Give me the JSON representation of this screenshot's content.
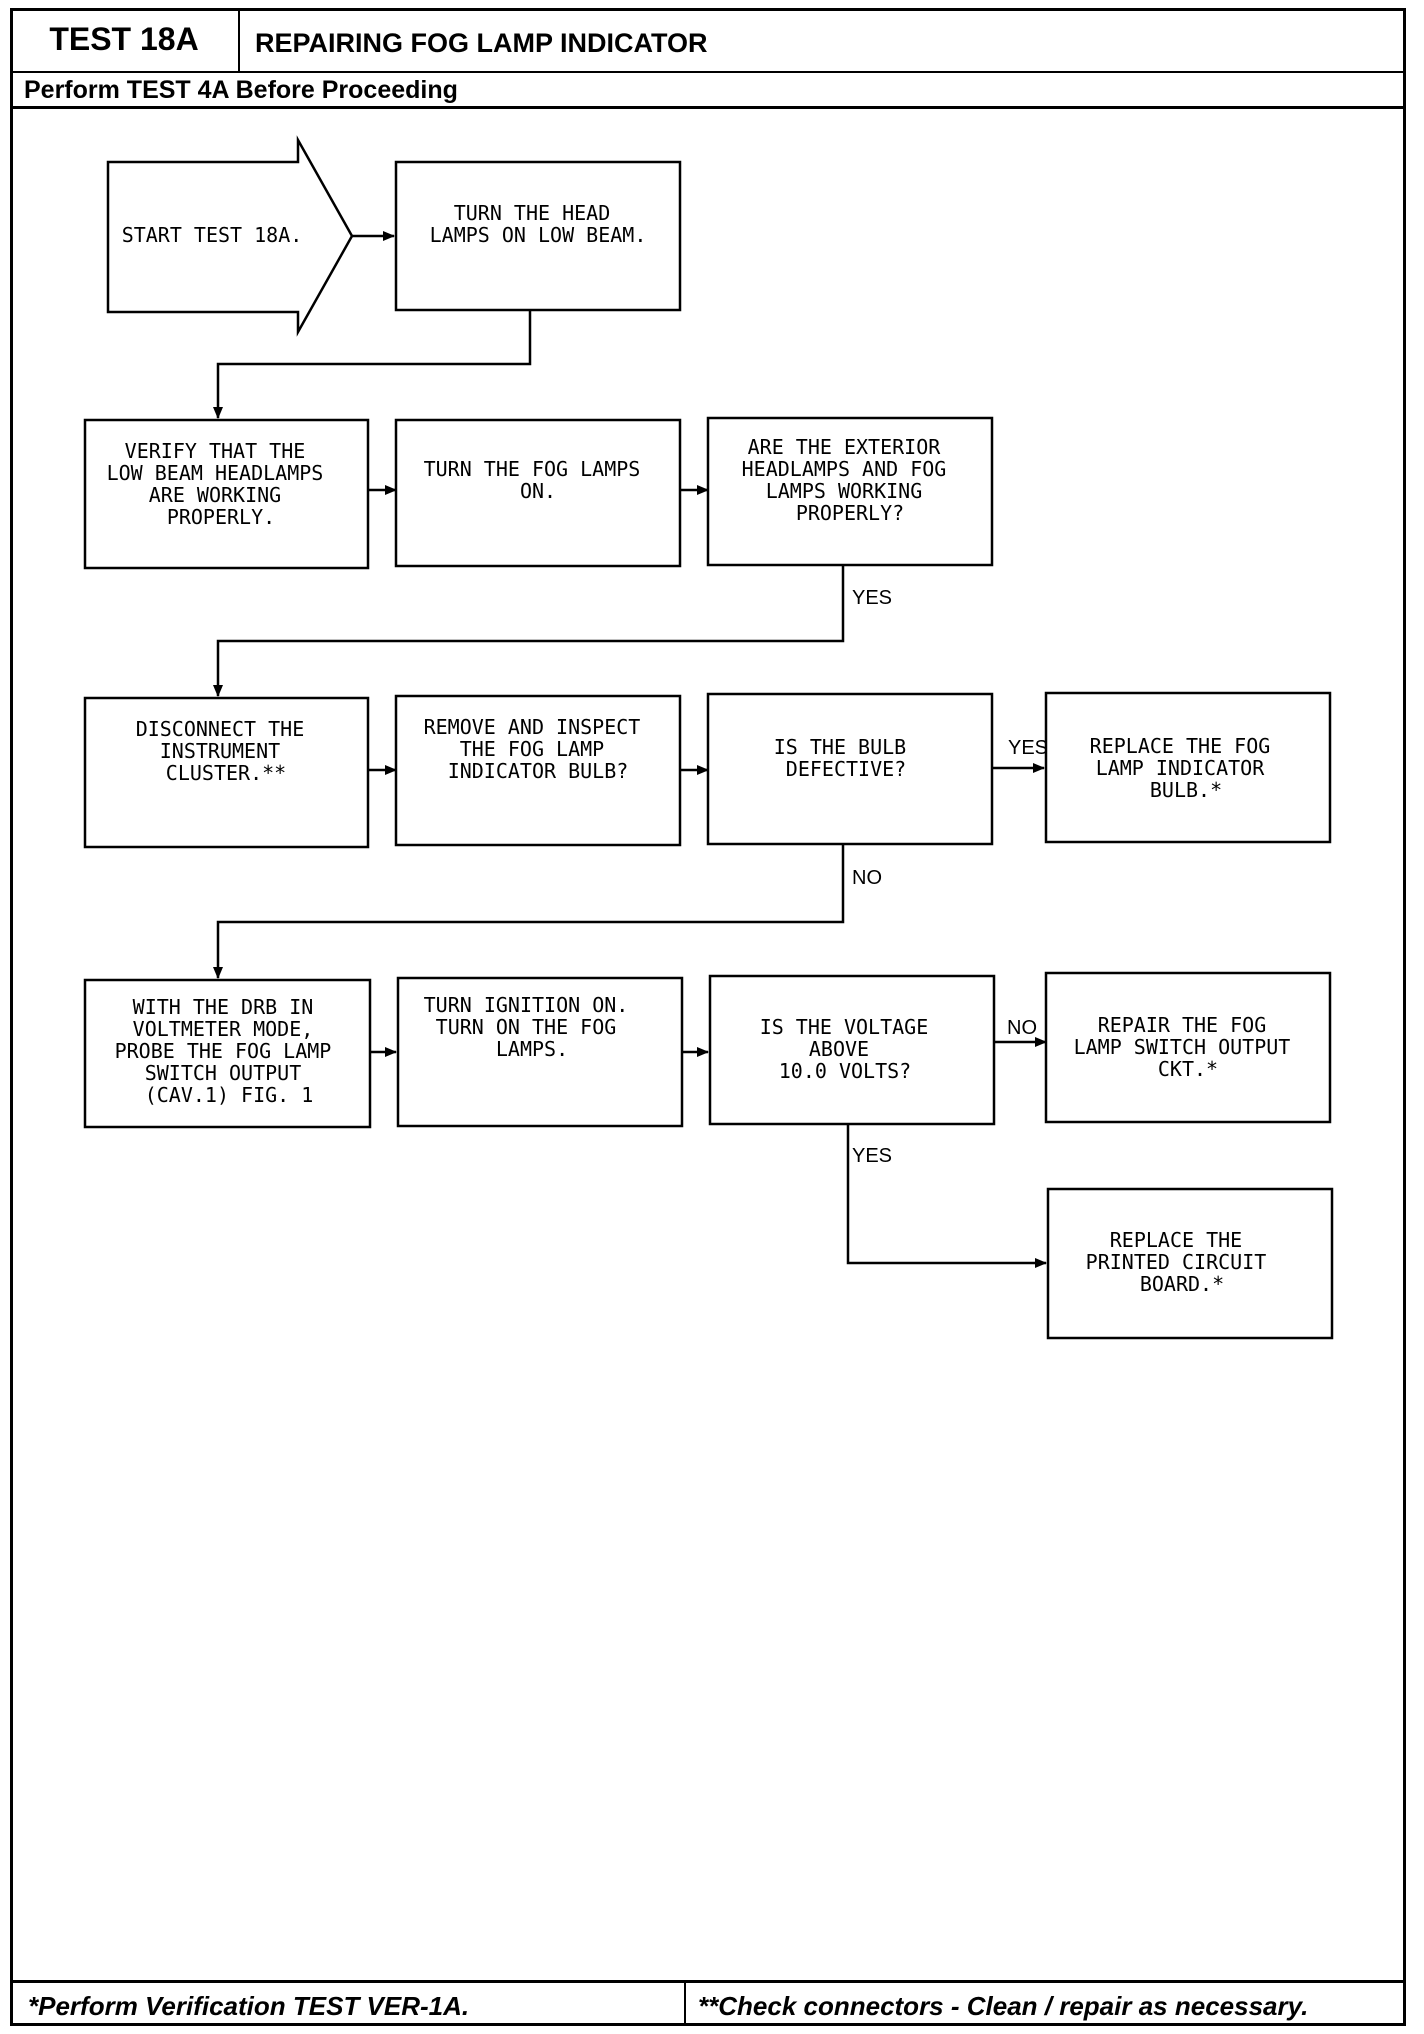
{
  "header": {
    "test_id": "TEST 18A",
    "title": "REPAIRING FOG LAMP INDICATOR",
    "prerequisite": "Perform TEST 4A Before Proceeding"
  },
  "flowchart": {
    "start": [
      "START TEST 18A."
    ],
    "head_lamps": [
      "TURN THE HEAD",
      "LAMPS ON LOW BEAM."
    ],
    "verify_low_beam": [
      "VERIFY THAT THE",
      "LOW BEAM HEADLAMPS",
      "ARE WORKING",
      "PROPERLY."
    ],
    "fog_on": [
      "TURN THE FOG LAMPS",
      "ON."
    ],
    "exterior_check": [
      "ARE THE EXTERIOR",
      "HEADLAMPS AND FOG",
      "LAMPS WORKING",
      "PROPERLY?"
    ],
    "disconnect": [
      "DISCONNECT THE",
      "INSTRUMENT",
      "CLUSTER.**"
    ],
    "inspect_bulb": [
      "REMOVE AND INSPECT",
      "THE FOG LAMP",
      "INDICATOR BULB?"
    ],
    "bulb_defective": [
      "IS THE BULB",
      "DEFECTIVE?"
    ],
    "replace_bulb": [
      "REPLACE THE FOG",
      "LAMP INDICATOR",
      "BULB.*"
    ],
    "probe": [
      "WITH THE DRB IN",
      "VOLTMETER MODE,",
      "PROBE THE FOG LAMP",
      "SWITCH OUTPUT",
      "(CAV.1) FIG. 1"
    ],
    "ignition": [
      "TURN IGNITION ON.",
      "",
      "TURN ON THE FOG",
      "LAMPS."
    ],
    "voltage_check": [
      "IS THE VOLTAGE",
      "ABOVE",
      "10.0 VOLTS?"
    ],
    "repair_switch": [
      "REPAIR THE FOG",
      "LAMP SWITCH OUTPUT",
      "CKT.*"
    ],
    "replace_pcb": [
      "REPLACE THE",
      "PRINTED CIRCUIT",
      "BOARD.*"
    ],
    "labels": {
      "yes_exterior": "YES",
      "yes_bulb": "YES",
      "no_bulb": "NO",
      "no_voltage": "NO",
      "yes_voltage": "YES"
    }
  },
  "footer": {
    "left": "*Perform Verification TEST VER-1A.",
    "right": "**Check connectors - Clean / repair as necessary."
  }
}
